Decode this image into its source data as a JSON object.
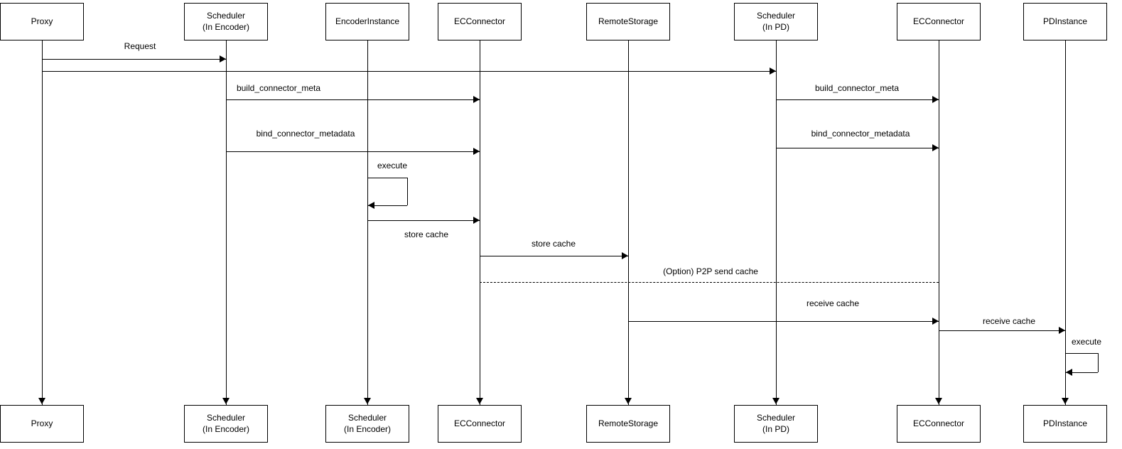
{
  "diagram": {
    "type": "sequence-diagram",
    "colors": {
      "stroke": "#000000",
      "fill": "#ffffff",
      "text": "#000000"
    },
    "participants": [
      {
        "top": "Proxy",
        "bottom": "Proxy"
      },
      {
        "top": "Scheduler\n(In Encoder)",
        "bottom": "Scheduler\n(In Encoder)"
      },
      {
        "top": "EncoderInstance",
        "bottom": "Scheduler\n(In Encoder)"
      },
      {
        "top": "ECConnector",
        "bottom": "ECConnector"
      },
      {
        "top": "RemoteStorage",
        "bottom": "RemoteStorage"
      },
      {
        "top": "Scheduler\n(In PD)",
        "bottom": "Scheduler\n(In PD)"
      },
      {
        "top": "ECConnector",
        "bottom": "ECConnector"
      },
      {
        "top": "PDInstance",
        "bottom": "PDInstance"
      }
    ],
    "messages": [
      {
        "label": "Request",
        "from": 0,
        "to": 1,
        "style": "solid"
      },
      {
        "label": "",
        "from": 0,
        "to": 5,
        "style": "solid"
      },
      {
        "label": "build_connector_meta",
        "from": 1,
        "to": 3,
        "style": "solid"
      },
      {
        "label": "bind_connector_metadata",
        "from": 1,
        "to": 3,
        "style": "solid"
      },
      {
        "label": "build_connector_meta",
        "from": 5,
        "to": 6,
        "style": "solid"
      },
      {
        "label": "bind_connector_metadata",
        "from": 5,
        "to": 6,
        "style": "solid"
      },
      {
        "label": "execute",
        "from": 2,
        "to": 2,
        "style": "self"
      },
      {
        "label": "store cache",
        "from": 2,
        "to": 3,
        "style": "solid"
      },
      {
        "label": "store cache",
        "from": 3,
        "to": 4,
        "style": "solid"
      },
      {
        "label": "(Option) P2P send cache",
        "from": 3,
        "to": 6,
        "style": "dashed"
      },
      {
        "label": "receive cache",
        "from": 4,
        "to": 6,
        "style": "solid"
      },
      {
        "label": "receive cache",
        "from": 6,
        "to": 7,
        "style": "solid"
      },
      {
        "label": "execute",
        "from": 7,
        "to": 7,
        "style": "self"
      }
    ]
  }
}
